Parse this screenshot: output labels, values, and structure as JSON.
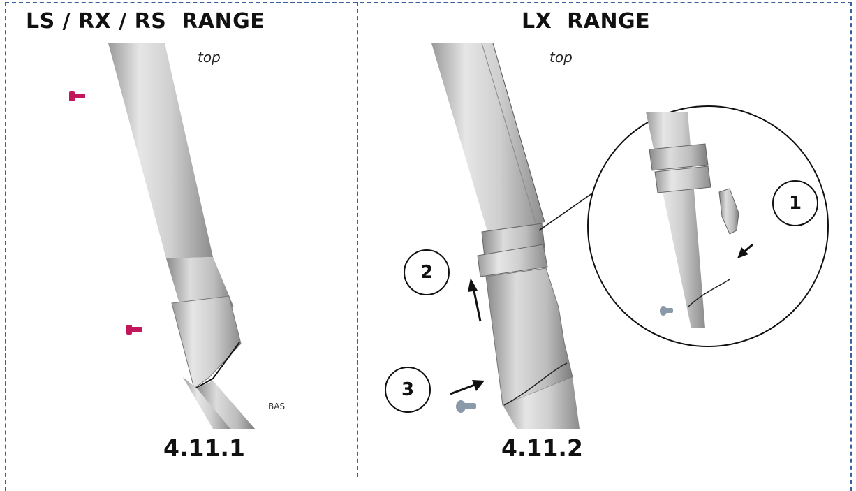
{
  "panels": [
    {
      "title": "LS / RX / RS  RANGE",
      "top_label": "top",
      "bottom_label": "BAS",
      "caption": "4.11.1"
    },
    {
      "title": "LX  RANGE",
      "top_label": "top",
      "caption": "4.11.2"
    }
  ],
  "steps": [
    "1",
    "2",
    "3"
  ],
  "colors": {
    "frame": "#3a5f9e",
    "tube": "#d8d8d8",
    "rivet_pink": "#c2185b",
    "rivet_grey": "#8a9aab"
  }
}
